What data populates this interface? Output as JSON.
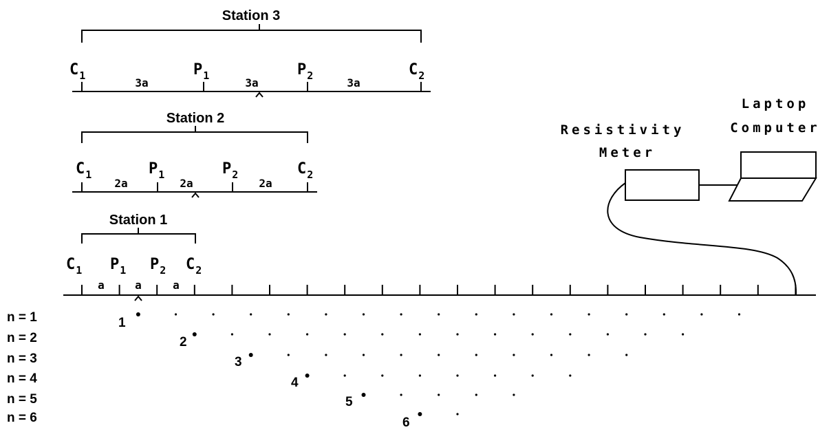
{
  "stations": [
    {
      "title": "Station 3",
      "electrodes": [
        {
          "letter": "C",
          "sub": "1"
        },
        {
          "letter": "P",
          "sub": "1"
        },
        {
          "letter": "P",
          "sub": "2"
        },
        {
          "letter": "C",
          "sub": "2"
        }
      ],
      "spacings": [
        "3a",
        "3a",
        "3a"
      ]
    },
    {
      "title": "Station 2",
      "electrodes": [
        {
          "letter": "C",
          "sub": "1"
        },
        {
          "letter": "P",
          "sub": "1"
        },
        {
          "letter": "P",
          "sub": "2"
        },
        {
          "letter": "C",
          "sub": "2"
        }
      ],
      "spacings": [
        "2a",
        "2a",
        "2a"
      ]
    },
    {
      "title": "Station 1",
      "electrodes": [
        {
          "letter": "C",
          "sub": "1"
        },
        {
          "letter": "P",
          "sub": "1"
        },
        {
          "letter": "P",
          "sub": "2"
        },
        {
          "letter": "C",
          "sub": "2"
        }
      ],
      "spacings": [
        "a",
        "a",
        "a"
      ]
    }
  ],
  "devices": {
    "meter": {
      "line1": "Resistivity",
      "line2": "Meter"
    },
    "computer": {
      "line1": "Laptop",
      "line2": "Computer"
    }
  },
  "levels": [
    {
      "label": "n = 1",
      "marker": "1",
      "points": 17
    },
    {
      "label": "n = 2",
      "marker": "2",
      "points": 14
    },
    {
      "label": "n = 3",
      "marker": "3",
      "points": 11
    },
    {
      "label": "n = 4",
      "marker": "4",
      "points": 8
    },
    {
      "label": "n = 5",
      "marker": "5",
      "points": 5
    },
    {
      "label": "n = 6",
      "marker": "6",
      "points": 2
    }
  ]
}
